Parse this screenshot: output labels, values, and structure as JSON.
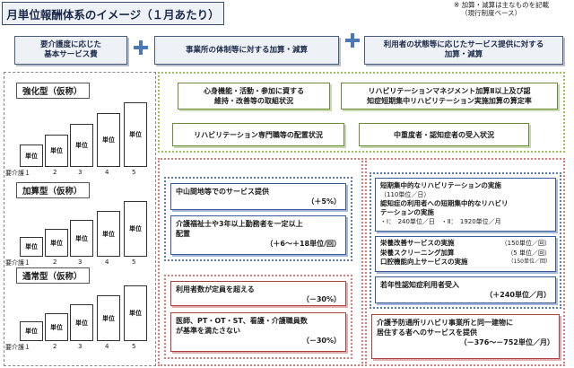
{
  "title": "月単位報酬体系のイメージ（１月あたり）",
  "notes": [
    "※ 加算・減算は主なものを記載",
    "（現行制度ベース）"
  ],
  "top_boxes": [
    "要介護度に応じた\n基本サービス費",
    "事業所の体制等に対する加算・減算",
    "利用者の状態等に応じたサービス提供に対する\n加算・減算"
  ],
  "models": [
    {
      "name": "強化型（仮称）"
    },
    {
      "name": "加算型（仮称）"
    },
    {
      "name": "通常型（仮称）"
    }
  ],
  "bar_label": "単位",
  "levels": [
    "要介護１",
    "2",
    "3",
    "4",
    "5"
  ],
  "bar_heights": [
    0.35,
    0.5,
    0.66,
    0.83,
    1.0
  ],
  "green_items": [
    "心身機能・活動・参加に資する\n維持・改善等の取組状況",
    "リハビリテーションマネジメント加算Ⅱ以上及び認\n知症短期集中リハビリテーション実施加算の算定率",
    "リハビリテーション専門職等の配置状況",
    "中重度者・認知症者の受入状況"
  ],
  "blue_left": [
    {
      "text": "中山間地等でのサービス提供",
      "value": "（＋5%）"
    },
    {
      "text": "介護福祉士や3年以上勤務者を一定以上\n配置",
      "value": "（＋6～＋18単位/回）"
    }
  ],
  "red_left": [
    {
      "text": "利用者数が定員を超える",
      "value": "（－30%）"
    },
    {
      "text": "医師、PT・OT・ST、看護・介護職員数\nが基準を満たさない",
      "value": "（－30%）"
    }
  ],
  "blue_right": {
    "box1": {
      "line1": "短期集中的なリハビリテーションの実施",
      "line2": "（110単位／日）",
      "line3": "認知症の利用者への短期集中的なリハビリ\nテーションの実施",
      "line4": "・Ⅰ：　240単位／日　・Ⅱ：　1920単位／月"
    },
    "box2": {
      "l1": "栄養改善サービスの実施",
      "v1": "（150単位／回）",
      "l2": "栄養スクリーニング加算",
      "v2": "（5 単位／回）",
      "l3": "口腔機能向上サービスの実施",
      "v3": "（150単位／回）"
    },
    "box3": {
      "text": "若年性認知症利用者受入",
      "value": "（＋240単位／月）"
    }
  },
  "red_right": {
    "text": "介護予防通所リハビリ事業所と同一建物に\n居住する者へのサービスを提供",
    "value": "（－376～－752単位／月）"
  }
}
